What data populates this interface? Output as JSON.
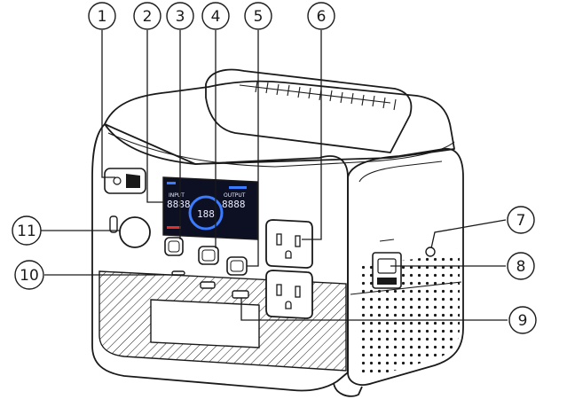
{
  "colors": {
    "line": "#1a1a1a",
    "screen_bg": "#0d0f22",
    "screen_blue": "#3a7bff",
    "screen_red": "#e0302a",
    "screen_white": "#e9ecff"
  },
  "callouts": [
    {
      "id": 1,
      "label": "1"
    },
    {
      "id": 2,
      "label": "2"
    },
    {
      "id": 3,
      "label": "3"
    },
    {
      "id": 4,
      "label": "4"
    },
    {
      "id": 5,
      "label": "5"
    },
    {
      "id": 6,
      "label": "6"
    },
    {
      "id": 7,
      "label": "7"
    },
    {
      "id": 8,
      "label": "8"
    },
    {
      "id": 9,
      "label": "9"
    },
    {
      "id": 10,
      "label": "10"
    },
    {
      "id": 11,
      "label": "11"
    }
  ],
  "display": {
    "input_label": "INPUT",
    "input_value": "8888",
    "center_value": "188",
    "output_label": "OUTPUT",
    "output_value": "8888"
  }
}
